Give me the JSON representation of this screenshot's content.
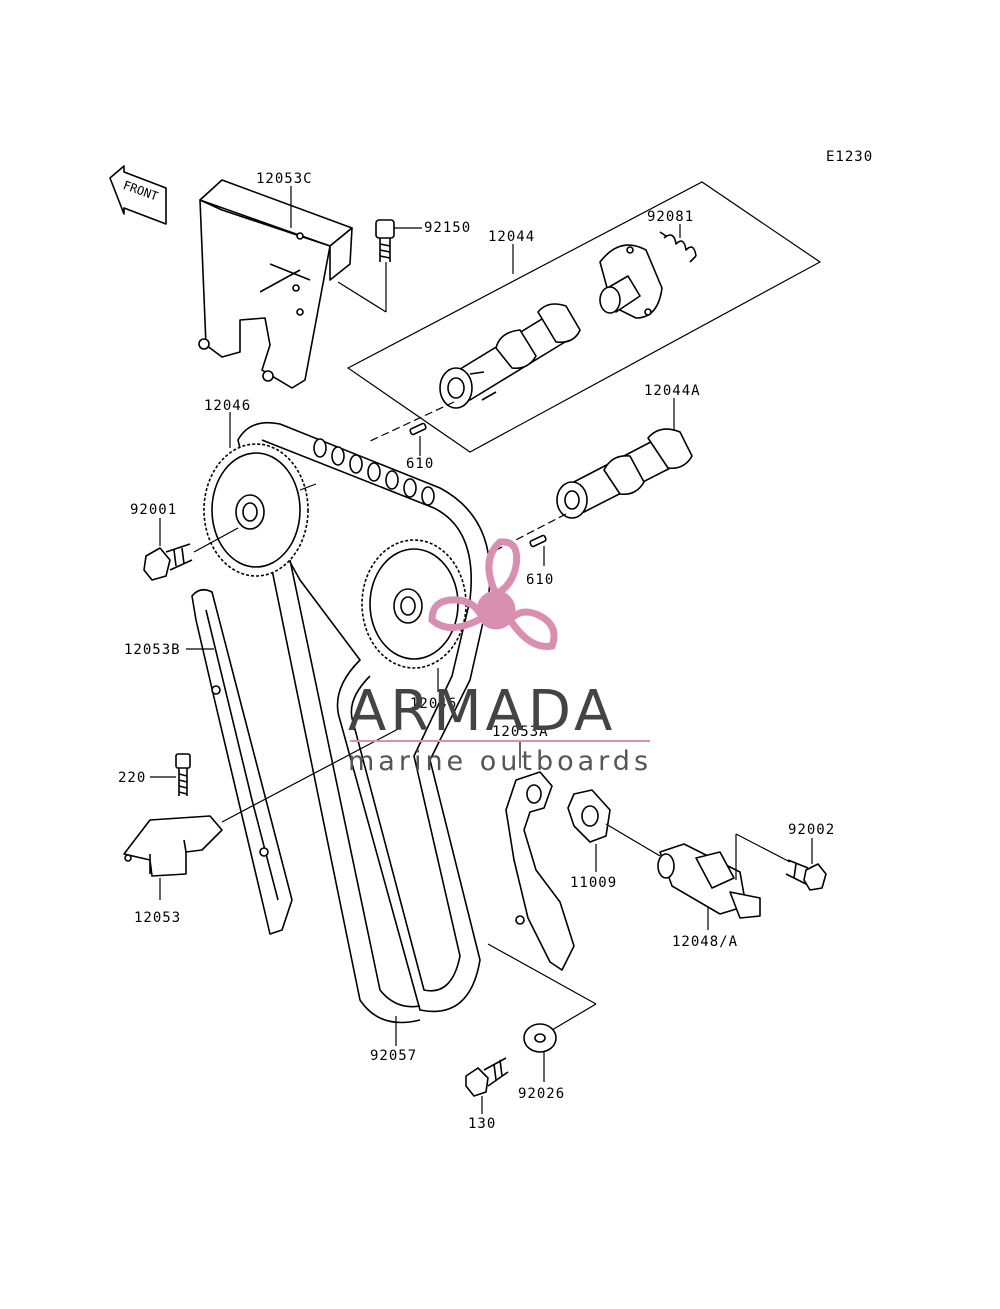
{
  "diagram_id": "E1230",
  "front_label": "FRONT",
  "labels": {
    "p12053C": "12053C",
    "p92150": "92150",
    "p12044": "12044",
    "p92081": "92081",
    "p12046_top": "12046",
    "p12044A": "12044A",
    "p610_top": "610",
    "p92001": "92001",
    "p610_right": "610",
    "p12053B": "12053B",
    "p12046_mid": "12046",
    "p12053A": "12053A",
    "p220": "220",
    "p92002": "92002",
    "p11009": "11009",
    "p12053": "12053",
    "p12048A": "12048/A",
    "p92057": "92057",
    "p92026": "92026",
    "p130": "130"
  },
  "watermark": {
    "brand": "ARMADA",
    "tagline": "marine outboards",
    "color": "#d98fb0"
  }
}
